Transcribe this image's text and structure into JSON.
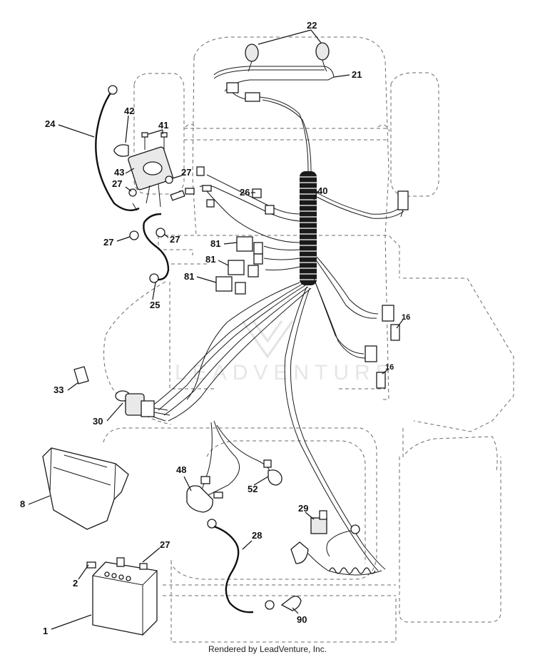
{
  "diagram": {
    "watermark": "LEADVENTURE",
    "callouts": {
      "c1": "1",
      "c2": "2",
      "c8": "8",
      "c16a": "16",
      "c16b": "16",
      "c21": "21",
      "c22": "22",
      "c24": "24",
      "c25": "25",
      "c26": "26",
      "c27a": "27",
      "c27b": "27",
      "c27c": "27",
      "c27d": "27",
      "c27e": "27",
      "c28": "28",
      "c29": "29",
      "c30": "30",
      "c33": "33",
      "c40": "40",
      "c41": "41",
      "c42": "42",
      "c43": "43",
      "c48": "48",
      "c81a": "81",
      "c81b": "81",
      "c81c": "81",
      "c52": "52",
      "c90": "90"
    }
  },
  "footer": {
    "text": "Rendered by LeadVenture, Inc."
  }
}
